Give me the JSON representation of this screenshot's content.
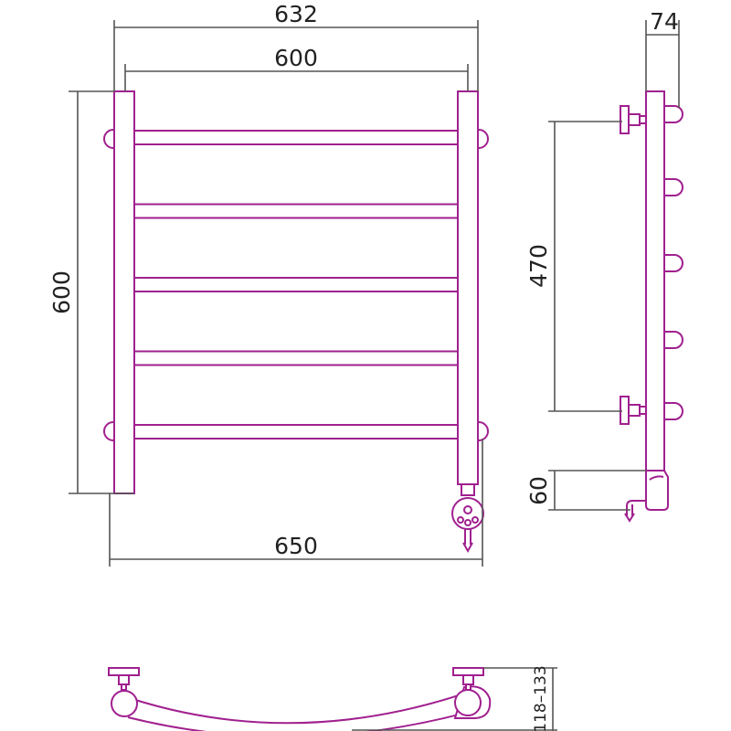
{
  "colors": {
    "outline": "#a0208f",
    "dimension": "#555555"
  },
  "dimensions": {
    "overall_width": "632",
    "center_distance": "600",
    "height": "600",
    "total_width_with_element": "650",
    "depth": "74",
    "mount_spacing": "470",
    "element_height": "60",
    "wall_distance": "118–133"
  },
  "rungs": 5
}
